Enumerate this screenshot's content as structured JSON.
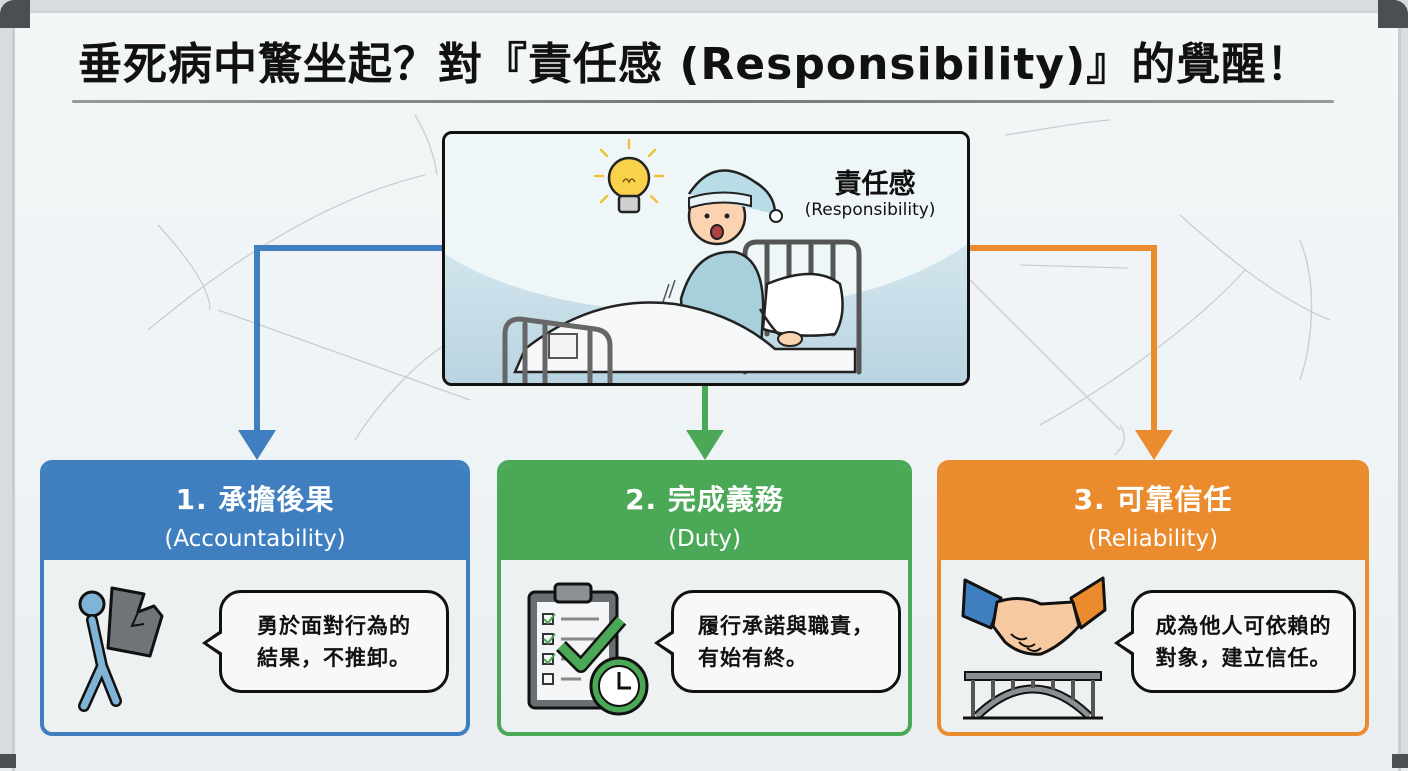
{
  "title": "垂死病中驚坐起？對『責任感 (Responsibility)』的覺醒！",
  "hero": {
    "title": "責任感",
    "subtitle": "(Responsibility)",
    "illustration": "man-in-nightcap-sitting-up-in-hospital-bed-with-lightbulb"
  },
  "colors": {
    "blue": "#3f7fbf",
    "green": "#4ba856",
    "orange": "#ea8c2e",
    "board": "#eef3f5",
    "frame_corner": "#4b4e52"
  },
  "cards": [
    {
      "number_title": "1. 承擔後果",
      "subtitle": "(Accountability)",
      "description": "勇於面對行為的\n結果，不推卸。",
      "icon": "person-carrying-broken-box-icon",
      "color": "blue"
    },
    {
      "number_title": "2. 完成義務",
      "subtitle": "(Duty)",
      "description": "履行承諾與職責，\n有始有終。",
      "icon": "clipboard-checklist-clock-icon",
      "color": "green"
    },
    {
      "number_title": "3. 可靠信任",
      "subtitle": "(Reliability)",
      "description": "成為他人可依賴的\n對象，建立信任。",
      "icon": "handshake-bridge-icon",
      "color": "orange"
    }
  ]
}
